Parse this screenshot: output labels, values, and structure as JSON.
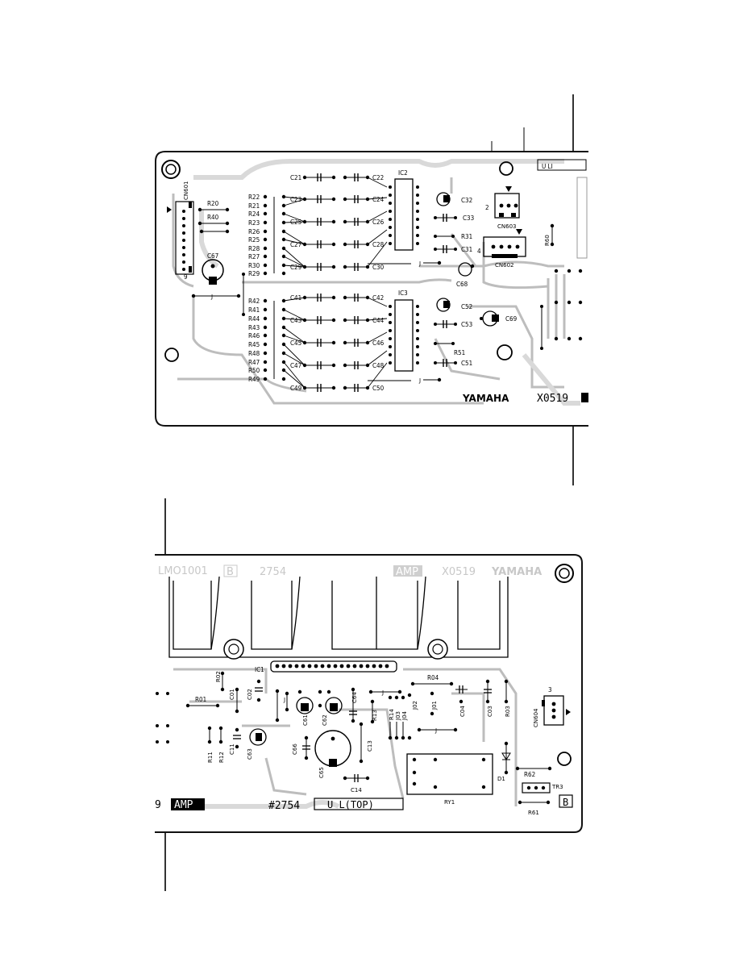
{
  "top_board": {
    "connectors": [
      "CN601",
      "CN602",
      "CN603"
    ],
    "connector_pins": {
      "cn603_pin": "2",
      "cn602_pin": "4",
      "cn601_pin": "9"
    },
    "ics": [
      "IC2",
      "IC3"
    ],
    "upper_left_resistors": [
      "R22",
      "R21",
      "R24",
      "R23",
      "R26",
      "R25",
      "R28",
      "R27",
      "R30",
      "R29"
    ],
    "lower_left_resistors": [
      "R42",
      "R41",
      "R44",
      "R43",
      "R46",
      "R45",
      "R48",
      "R47",
      "R50",
      "R49"
    ],
    "upper_caps_left": [
      "C21",
      "C23",
      "C25",
      "C27",
      "C29"
    ],
    "upper_caps_right": [
      "C22",
      "C24",
      "C26",
      "C28",
      "C30"
    ],
    "lower_caps_left": [
      "C41",
      "C43",
      "C45",
      "C47",
      "C49"
    ],
    "lower_caps_right": [
      "C42",
      "C44",
      "C46",
      "C48",
      "C50"
    ],
    "misc": {
      "r20": "R20",
      "r40": "R40",
      "c67": "C67",
      "c32": "C32",
      "c33": "C33",
      "r31": "R31",
      "c31": "C31",
      "c68": "C68",
      "c52": "C52",
      "c53": "C53",
      "c69": "C69",
      "r51": "R51",
      "c51": "C51",
      "r60": "R60"
    },
    "jumper": "J",
    "brand": "YAMAHA",
    "code": "X0519",
    "edge_text": "U LI"
  },
  "bottom_board": {
    "ghost_text": {
      "left": "LMO1001",
      "mid": "2754",
      "box": "B",
      "amp": "AMP",
      "code": "X0519",
      "brand": "YAMAHA"
    },
    "ic": "IC1",
    "parts": {
      "r02": "R02",
      "r01": "R01",
      "c01": "C01",
      "c02": "C02",
      "c61": "C61",
      "c62": "C62",
      "c64": "C64",
      "r04": "R04",
      "r11": "R11",
      "r12": "R12",
      "c11": "C11",
      "c63": "C63",
      "c66": "C66",
      "c65": "C65",
      "c14": "C14",
      "c13": "C13",
      "r13": "R13",
      "r14": "R14",
      "j03": "J03",
      "j04": "J04",
      "j02": "J02",
      "j01": "J01",
      "c04": "C04",
      "c03": "C03",
      "r03": "R03",
      "cn604": "CN604",
      "cn604_pin": "3",
      "d1": "D1",
      "ry1": "RY1",
      "r62": "R62",
      "r61": "R61",
      "tr3": "TR3"
    },
    "edge_left": "9",
    "amp_label": "AMP",
    "part_number": "#2754",
    "u_label": "U L(TOP)",
    "b_box": "B"
  }
}
